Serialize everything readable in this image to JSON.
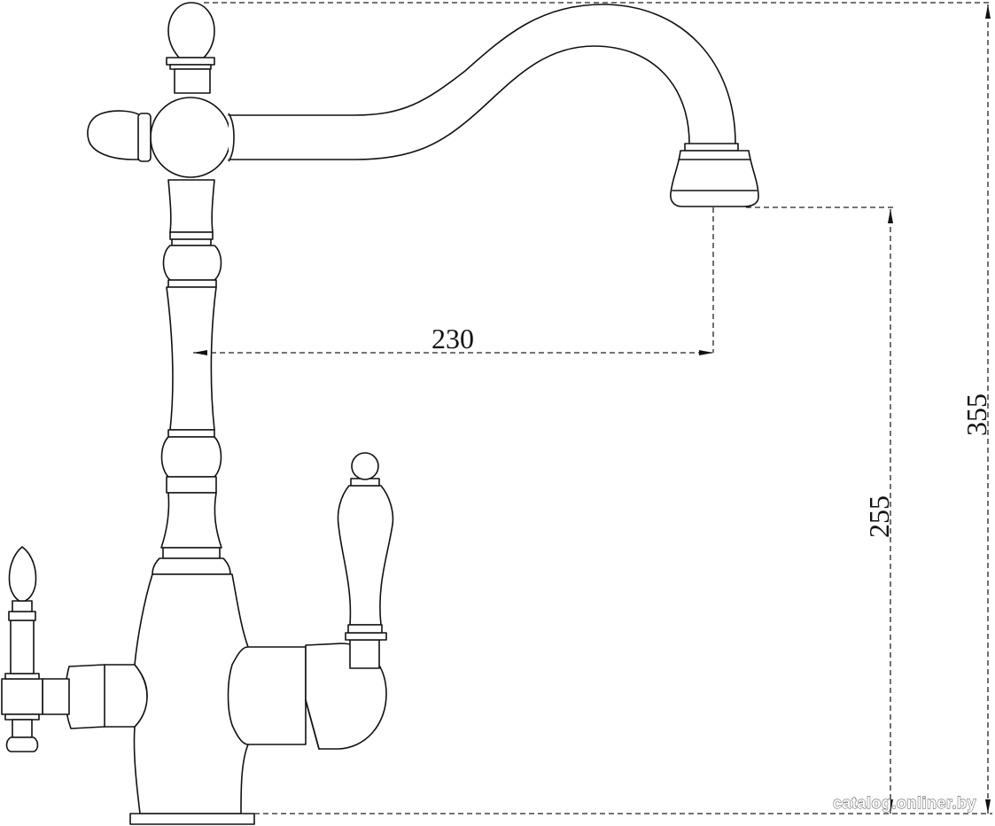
{
  "dimensions": {
    "spout_reach": "230",
    "spout_height": "255",
    "total_height": "355"
  },
  "watermark": "catalog.onliner.by",
  "colors": {
    "line": "#111111",
    "background": "#ffffff"
  }
}
